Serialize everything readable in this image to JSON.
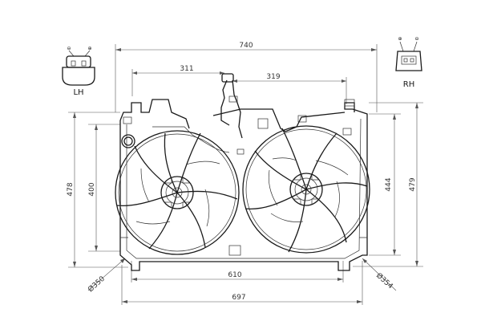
{
  "dimensions": {
    "overall_width": "740",
    "left_offset": "311",
    "right_offset": "319",
    "height_left": "478",
    "height_inner_left": "400",
    "height_inner_right": "444",
    "height_right": "479",
    "fan_spacing": "610",
    "bottom_width": "697",
    "left_fan_diameter": "Ø350",
    "right_fan_diameter": "Ø354"
  },
  "connectors": {
    "left_label": "LH",
    "right_label": "RH",
    "pin_plus": "⊕",
    "pin_minus": "⊖"
  },
  "colors": {
    "line": "#1a1a1a",
    "dimension": "#555555",
    "background": "#ffffff"
  }
}
